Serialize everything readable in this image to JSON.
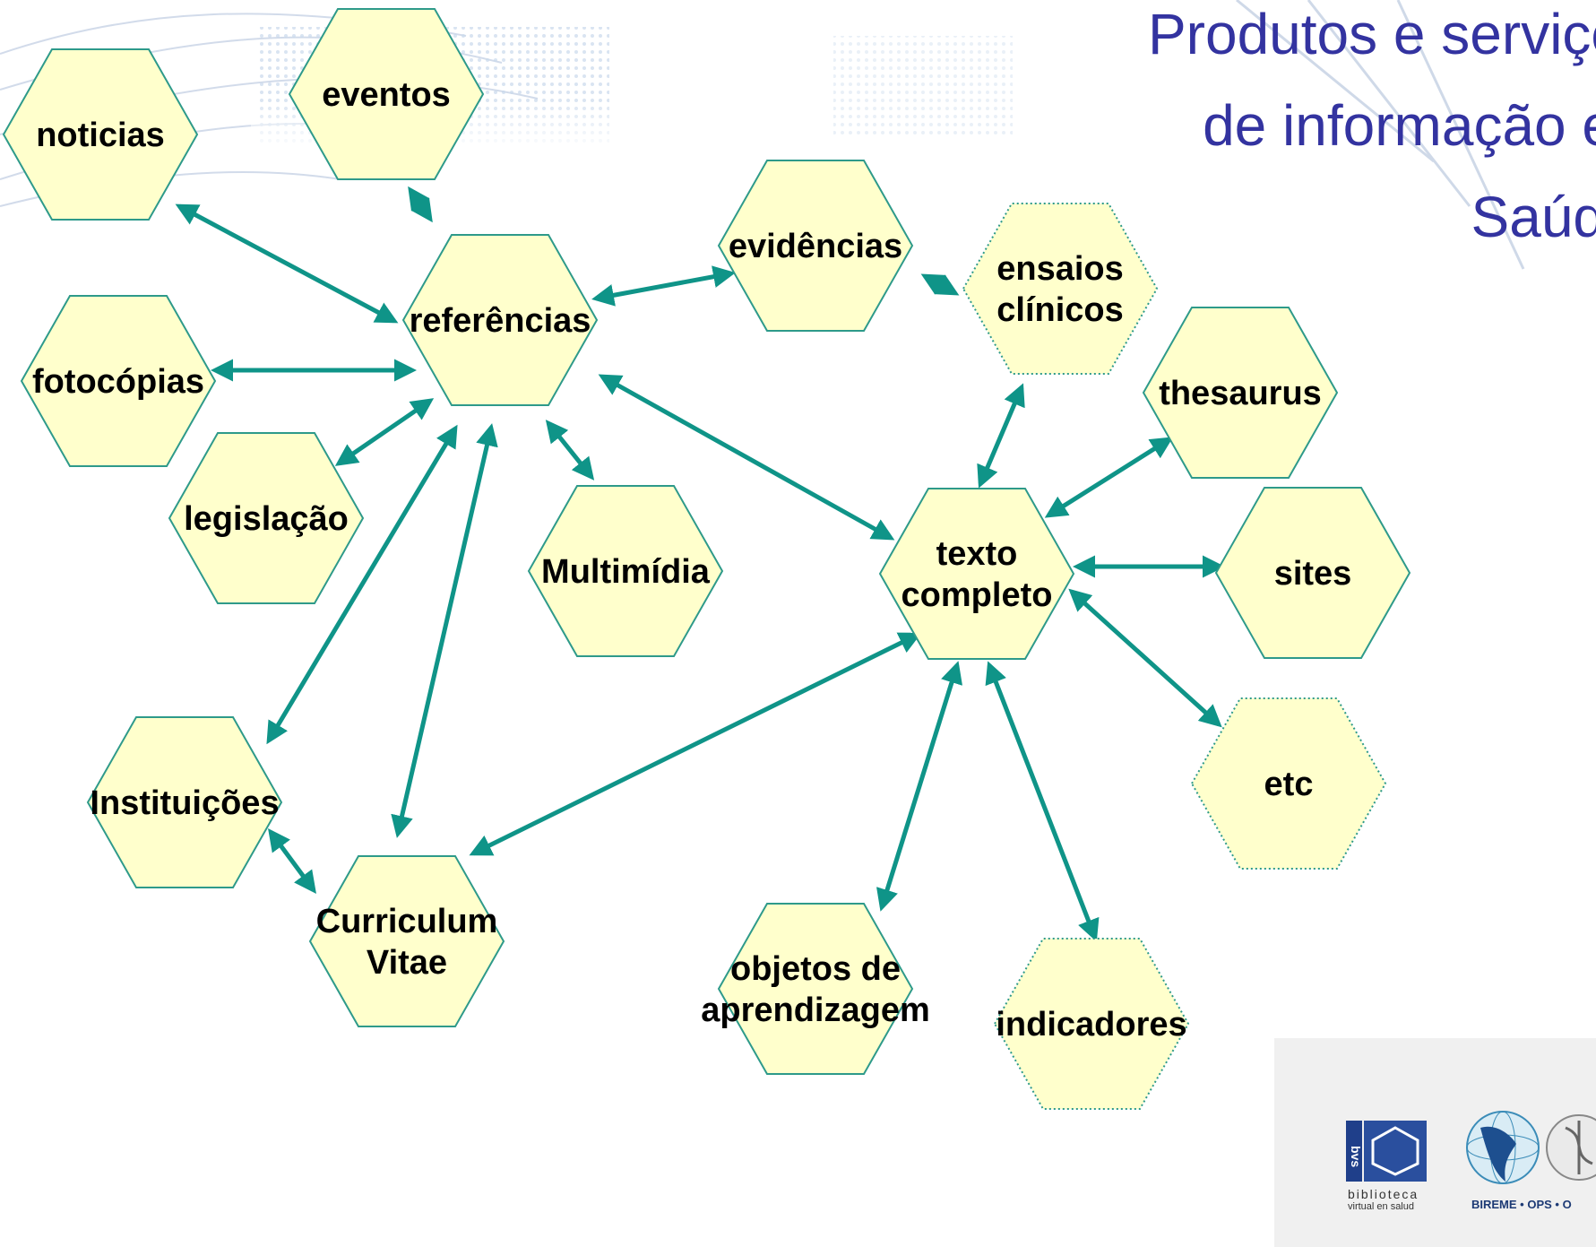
{
  "title": {
    "line1": "Produtos e serviço",
    "line2": "de informação e",
    "line3": "Saúd"
  },
  "nodes": [
    {
      "id": "noticias",
      "lines": [
        "noticias"
      ],
      "style": "solid"
    },
    {
      "id": "eventos",
      "lines": [
        "eventos"
      ],
      "style": "solid"
    },
    {
      "id": "referencias",
      "lines": [
        "referências"
      ],
      "style": "solid"
    },
    {
      "id": "fotocopias",
      "lines": [
        "fotocópias"
      ],
      "style": "solid"
    },
    {
      "id": "legislacao",
      "lines": [
        "legislação"
      ],
      "style": "solid"
    },
    {
      "id": "evidencias",
      "lines": [
        "evidências"
      ],
      "style": "solid"
    },
    {
      "id": "ensaios",
      "lines": [
        "ensaios",
        "clínicos"
      ],
      "style": "dotted"
    },
    {
      "id": "thesaurus",
      "lines": [
        "thesaurus"
      ],
      "style": "solid"
    },
    {
      "id": "multimidia",
      "lines": [
        "Multimídia"
      ],
      "style": "solid"
    },
    {
      "id": "texto",
      "lines": [
        "texto",
        "completo"
      ],
      "style": "solid"
    },
    {
      "id": "sites",
      "lines": [
        "sites"
      ],
      "style": "solid"
    },
    {
      "id": "etc",
      "lines": [
        "etc"
      ],
      "style": "dotted"
    },
    {
      "id": "instituicoes",
      "lines": [
        "Instituições"
      ],
      "style": "solid"
    },
    {
      "id": "curriculum",
      "lines": [
        "Curriculum",
        "Vitae"
      ],
      "style": "solid"
    },
    {
      "id": "objetos",
      "lines": [
        "objetos de",
        "aprendizagem"
      ],
      "style": "solid"
    },
    {
      "id": "indicadores",
      "lines": [
        "indicadores"
      ],
      "style": "dotted"
    }
  ],
  "edges": [
    {
      "from": "noticias",
      "to": "referencias"
    },
    {
      "from": "eventos",
      "to": "referencias"
    },
    {
      "from": "fotocopias",
      "to": "referencias"
    },
    {
      "from": "legislacao",
      "to": "referencias"
    },
    {
      "from": "referencias",
      "to": "evidencias"
    },
    {
      "from": "evidencias",
      "to": "ensaios"
    },
    {
      "from": "referencias",
      "to": "multimidia"
    },
    {
      "from": "referencias",
      "to": "texto"
    },
    {
      "from": "referencias",
      "to": "instituicoes"
    },
    {
      "from": "referencias",
      "to": "curriculum"
    },
    {
      "from": "instituicoes",
      "to": "curriculum"
    },
    {
      "from": "curriculum",
      "to": "texto"
    },
    {
      "from": "ensaios",
      "to": "texto"
    },
    {
      "from": "thesaurus",
      "to": "texto"
    },
    {
      "from": "texto",
      "to": "sites"
    },
    {
      "from": "texto",
      "to": "etc"
    },
    {
      "from": "texto",
      "to": "objetos"
    },
    {
      "from": "texto",
      "to": "indicadores"
    }
  ],
  "colors": {
    "hex_fill": "#ffffcc",
    "hex_stroke": "#2e9a8a",
    "arrow": "#0f9488",
    "title": "#3333a0"
  },
  "logos": {
    "bvs_mark": "bvs",
    "bvs_caption1": "biblioteca",
    "bvs_caption2": "virtual en salud",
    "bireme_caption": "BIREME • OPS • O"
  }
}
